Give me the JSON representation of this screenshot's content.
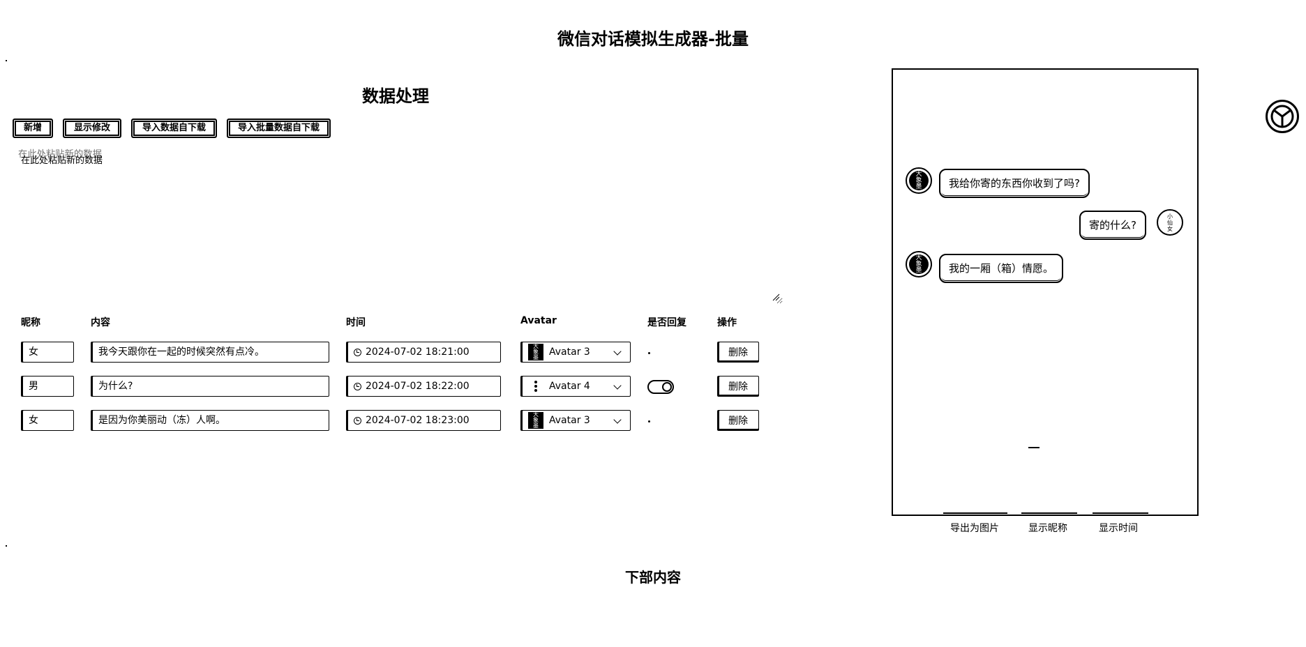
{
  "page_title": "微信对话模拟生成器-批量",
  "section_title": "数据处理",
  "toolbar": {
    "add_label": "新增",
    "show_edit_label": "显示修改",
    "import_download_label": "导入数据自下载",
    "import_batch_download_label": "导入批量数据自下载"
  },
  "paste_hint": "在此处粘贴新的数据",
  "table": {
    "headers": {
      "nickname": "昵称",
      "content": "内容",
      "time": "时间",
      "avatar": "Avatar",
      "is_reply": "是否回复",
      "action": "操作"
    },
    "rows": [
      {
        "nickname": "女",
        "content": "我今天跟你在一起的时候突然有点冷。",
        "time": "2024-07-02 18:21:00",
        "avatar": "Avatar 3",
        "delete": "删除"
      },
      {
        "nickname": "男",
        "content": "为什么?",
        "time": "2024-07-02 18:22:00",
        "avatar": "Avatar 4",
        "delete": "删除"
      },
      {
        "nickname": "女",
        "content": "是因为你美丽动（冻）人啊。",
        "time": "2024-07-02 18:23:00",
        "avatar": "Avatar 3",
        "delete": "删除"
      }
    ]
  },
  "preview": {
    "messages": [
      {
        "side": "left",
        "text": "我给你寄的东西你收到了吗?"
      },
      {
        "side": "right",
        "text": "寄的什么?"
      },
      {
        "side": "left",
        "text": "我的一厢（箱）情愿。"
      }
    ],
    "footer": {
      "export_label": "导出为图片",
      "show_nickname_label": "显示昵称",
      "show_time_label": "显示时间"
    }
  },
  "bottom_title": "下部内容",
  "icons": {
    "clock": "clock-icon",
    "chevron": "chevron-down-icon",
    "logo": "app-logo-icon"
  }
}
